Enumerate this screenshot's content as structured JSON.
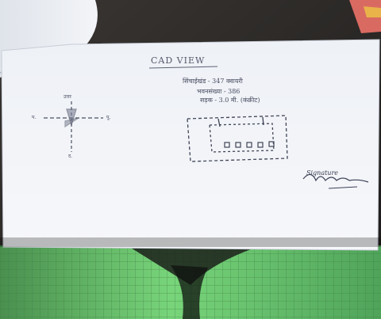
{
  "photo": {
    "subject": "handwritten-cad-view-sheet",
    "heading": "CAD VIEW",
    "notes": [
      "सिंचाईखंड - 347 क्वायरी",
      "भवनसंख्या - 386",
      "सड़क - 3.0 मी. (कंक्रीट)"
    ],
    "compass_labels": {
      "north": "उत्तर",
      "west": "प.",
      "east": "पू.",
      "south": "द."
    },
    "signature": "Signature",
    "colors": {
      "paper": "#f4f6f9",
      "background": "#2a2a2a",
      "ink": "#4a4f63",
      "cloth_green": "#67c96b"
    }
  }
}
